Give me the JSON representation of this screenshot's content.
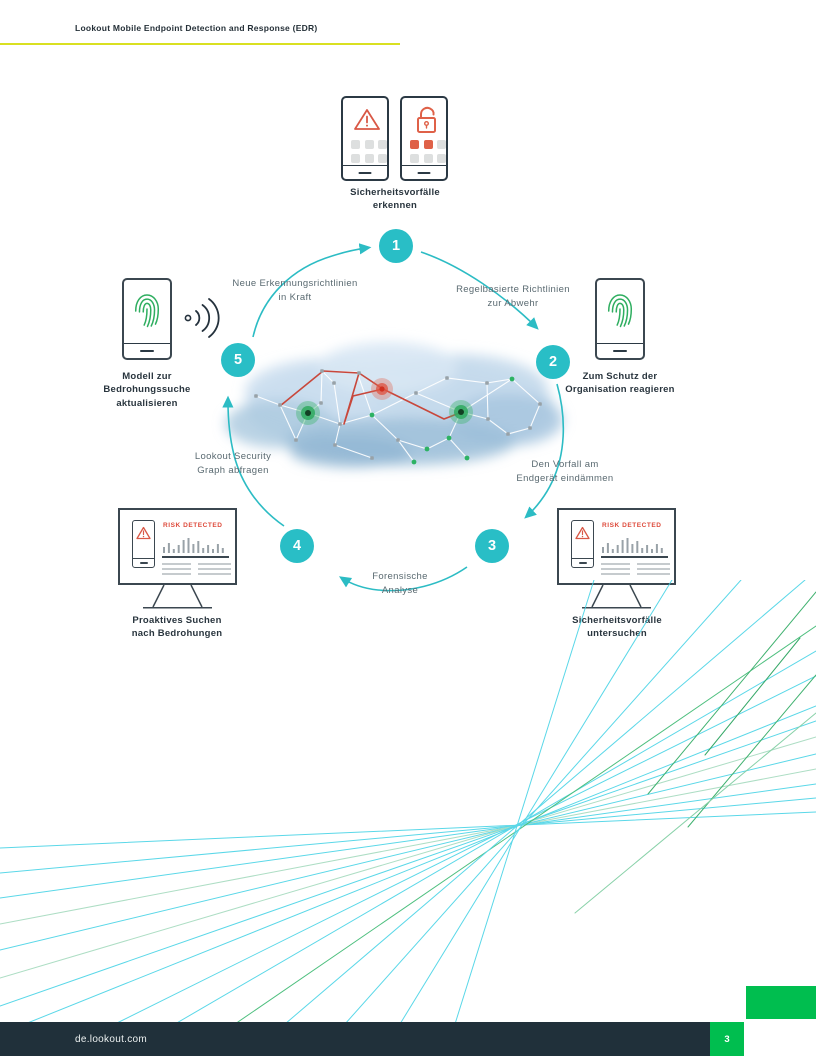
{
  "header": {
    "title": "Lookout Mobile Endpoint Detection and Response (EDR)"
  },
  "diagram": {
    "detect": {
      "label": "Sicherheitsvorfälle\nerkennen"
    },
    "steps": [
      {
        "number": "1"
      },
      {
        "number": "2"
      },
      {
        "number": "3"
      },
      {
        "number": "4"
      },
      {
        "number": "5"
      }
    ],
    "transitions": {
      "t51": "Neue Erkennungsrichtlinien\nin Kraft",
      "t12": "Regelbasierte Richtlinien\nzur Abwehr",
      "t23": "Den Vorfall am\nEndgerät eindämmen",
      "t34": "Forensische\nAnalyse",
      "t45": "Lookout Security\nGraph abfragen"
    },
    "devices": {
      "respond": {
        "label": "Zum Schutz der\nOrganisation reagieren"
      },
      "model": {
        "label": "Modell zur\nBedrohungssuche\naktualisieren"
      },
      "hunt": {
        "label": "Proaktives Suchen\nnach Bedrohungen"
      },
      "investigate": {
        "label": "Sicherheitsvorfälle\nuntersuchen"
      }
    },
    "monitor": {
      "risk_label": "RISK DETECTED"
    },
    "icons": {
      "phone_alert": "warning-triangle",
      "phone_breach": "open-padlock",
      "phone_fingerprint": "fingerprint",
      "signal": "radio-waves",
      "monitor_alert": "warning-triangle"
    }
  },
  "footer": {
    "url": "de.lookout.com",
    "page_number": "3"
  },
  "colors": {
    "accent_teal": "#29BEC6",
    "accent_green": "#00BE4F",
    "alert_red": "#DE5443",
    "highlight_yellow": "#D9E021",
    "footer_navy": "#20303A"
  }
}
